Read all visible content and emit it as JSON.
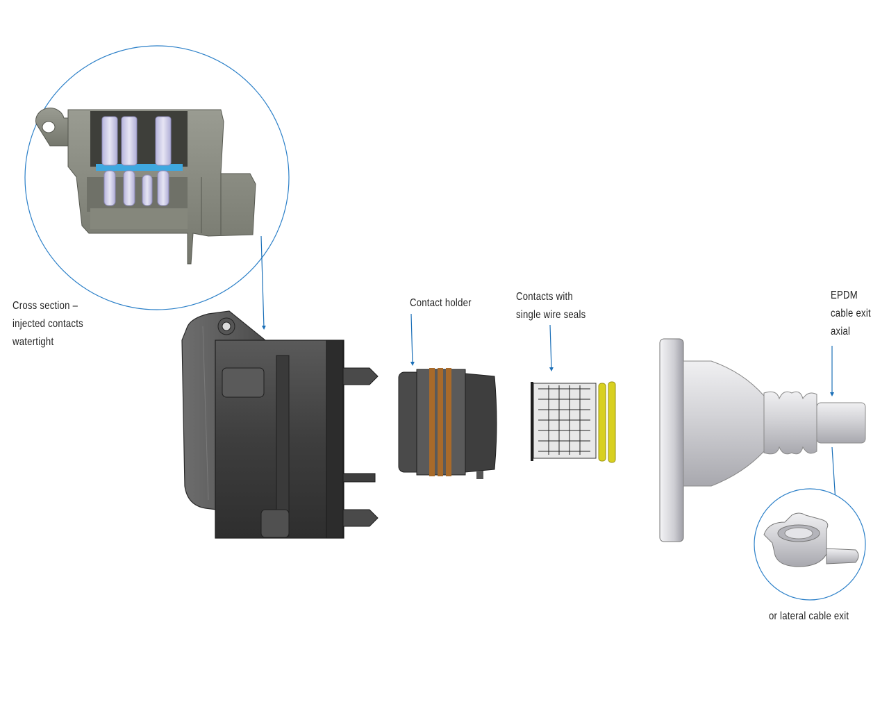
{
  "labels": {
    "cross_section": [
      "Cross section –",
      "injected contacts",
      "watertight"
    ],
    "contact_holder": "Contact holder",
    "contacts": [
      "Contacts with",
      "single wire seals"
    ],
    "epdm": [
      "EPDM",
      "cable exit",
      "axial"
    ],
    "lateral": "or lateral cable exit"
  },
  "colors": {
    "callout_line": "#2a7fc8",
    "arrow": "#1a6fb8",
    "housing_dark": "#4a4a4a",
    "housing_mid": "#6a6a6a",
    "section_grey": "#8a8c80",
    "contact_lilac": "#c9c8e4",
    "seal_blue": "#3fa8e0",
    "ring_bronze": "#a86a2a",
    "seal_yellow": "#d8d020",
    "epdm_silver": "#d8d8dc"
  }
}
